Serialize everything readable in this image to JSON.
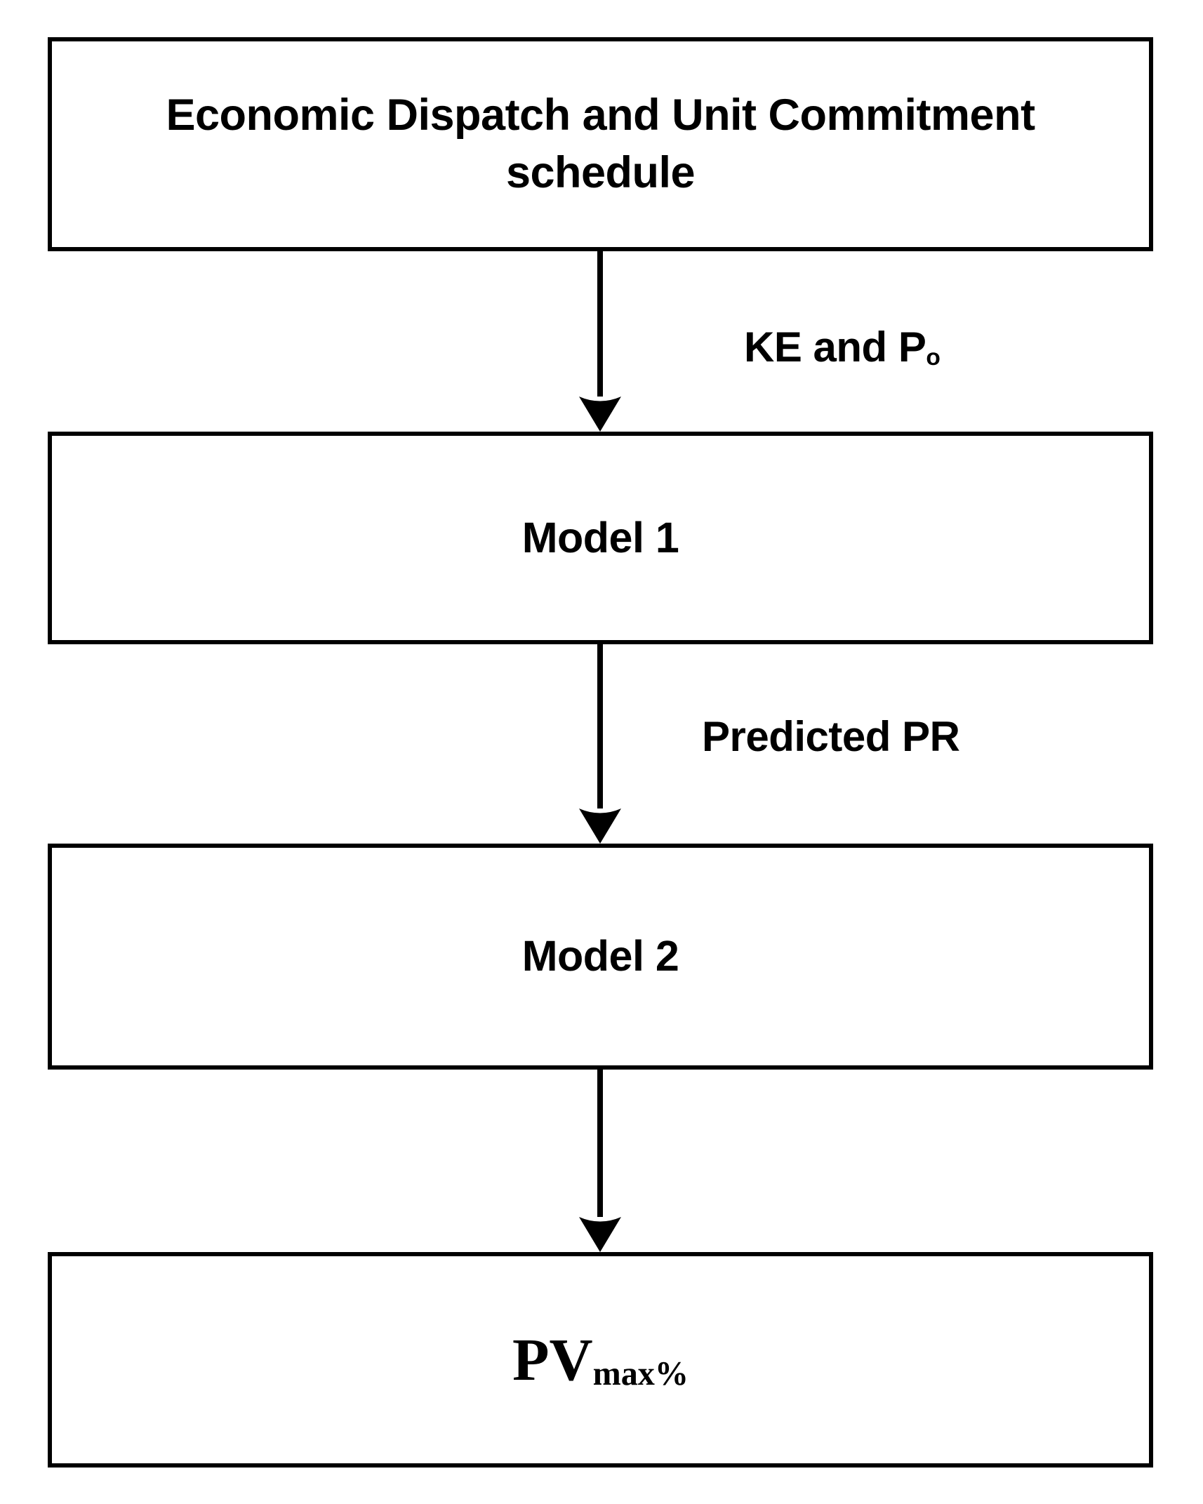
{
  "diagram": {
    "type": "flowchart",
    "orientation": "top-to-bottom",
    "background_color": "#ffffff",
    "stroke_color": "#000000",
    "nodes": [
      {
        "id": "process",
        "shape": "rectangle",
        "label": "Economic Dispatch and Unit Commitment schedule"
      },
      {
        "id": "model1",
        "shape": "rectangle",
        "label": "Model 1"
      },
      {
        "id": "model2",
        "shape": "rectangle",
        "label": "Model 2"
      },
      {
        "id": "output",
        "shape": "rectangle",
        "label_main": "PV",
        "label_sub": "max%",
        "label_full": "PVmax%"
      }
    ],
    "edges": [
      {
        "id": "edge-process-model1",
        "from": "process",
        "to": "model1",
        "label_main": "KE and P",
        "label_sub": "o",
        "label_full": "KE and Po"
      },
      {
        "id": "edge-model1-model2",
        "from": "model1",
        "to": "model2",
        "label_main": "Predicted PR",
        "label_sub": "",
        "label_full": "Predicted PR"
      },
      {
        "id": "edge-model2-output",
        "from": "model2",
        "to": "output",
        "label_main": "",
        "label_sub": "",
        "label_full": ""
      }
    ]
  }
}
